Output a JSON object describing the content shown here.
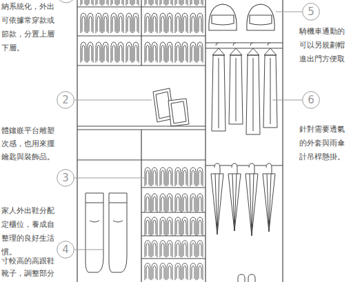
{
  "diagram": {
    "nodes": [
      {
        "text": [
          "2"
        ]
      },
      {
        "text": [
          "3"
        ]
      },
      {
        "text": [
          "4"
        ]
      },
      {
        "text": [
          "5"
        ]
      },
      {
        "text": [
          "6"
        ]
      }
    ],
    "labels": [
      "納系統化，外出 可依據常穿款或 節款，分置上層 下層。",
      "體鑲嵌平台雕塑 次感，也用來擺 鑰匙與裝飾品。",
      "家人外出鞋分配 定櫃位，養成自 整理的良好生活 慣。",
      "寸較高的高跟鞋 靴子，調整部分",
      "騎機車通勤的 可以另規劃帽 進出門方便取",
      "針對需要透氣 的外套與雨傘 計吊桿懸掛。"
    ]
  }
}
